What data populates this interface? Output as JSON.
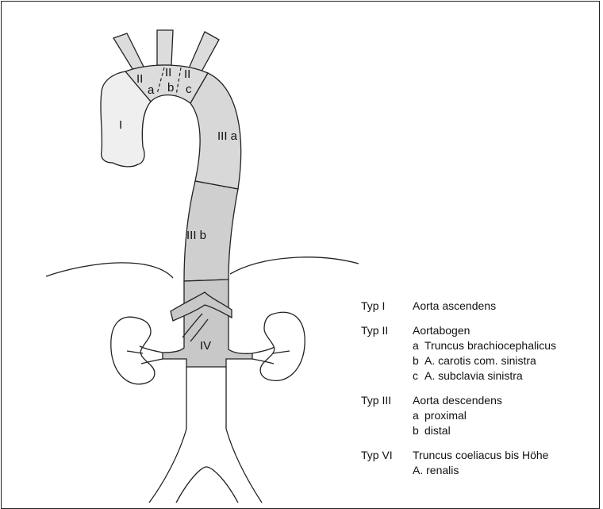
{
  "diagram": {
    "labels": {
      "I": "I",
      "II_left": "II",
      "II_mid": "II",
      "II_right": "II",
      "a": "a",
      "b": "b",
      "c": "c",
      "IIIa": "III a",
      "IIIb": "III b",
      "IV": "IV"
    },
    "colors": {
      "type_I": "#efefef",
      "type_II": "#dcdcdc",
      "type_IIIa": "#d8d8d8",
      "type_IIIb": "#cfcfcf",
      "type_IV": "#c8c8c8",
      "outline": "#222222"
    }
  },
  "legend": [
    {
      "typ": "Typ I",
      "title": "Aorta ascendens",
      "items": []
    },
    {
      "typ": "Typ II",
      "title": "Aortabogen",
      "items": [
        {
          "key": "a",
          "text": "Truncus brachiocephalicus"
        },
        {
          "key": "b",
          "text": "A. carotis com. sinistra"
        },
        {
          "key": "c",
          "text": "A. subclavia sinistra"
        }
      ]
    },
    {
      "typ": "Typ III",
      "title": "Aorta descendens",
      "items": [
        {
          "key": "a",
          "text": "proximal"
        },
        {
          "key": "b",
          "text": "distal"
        }
      ]
    },
    {
      "typ": "Typ VI",
      "title": "Truncus coeliacus bis Höhe",
      "items": [
        {
          "key": "",
          "text": "A. renalis"
        }
      ]
    }
  ]
}
